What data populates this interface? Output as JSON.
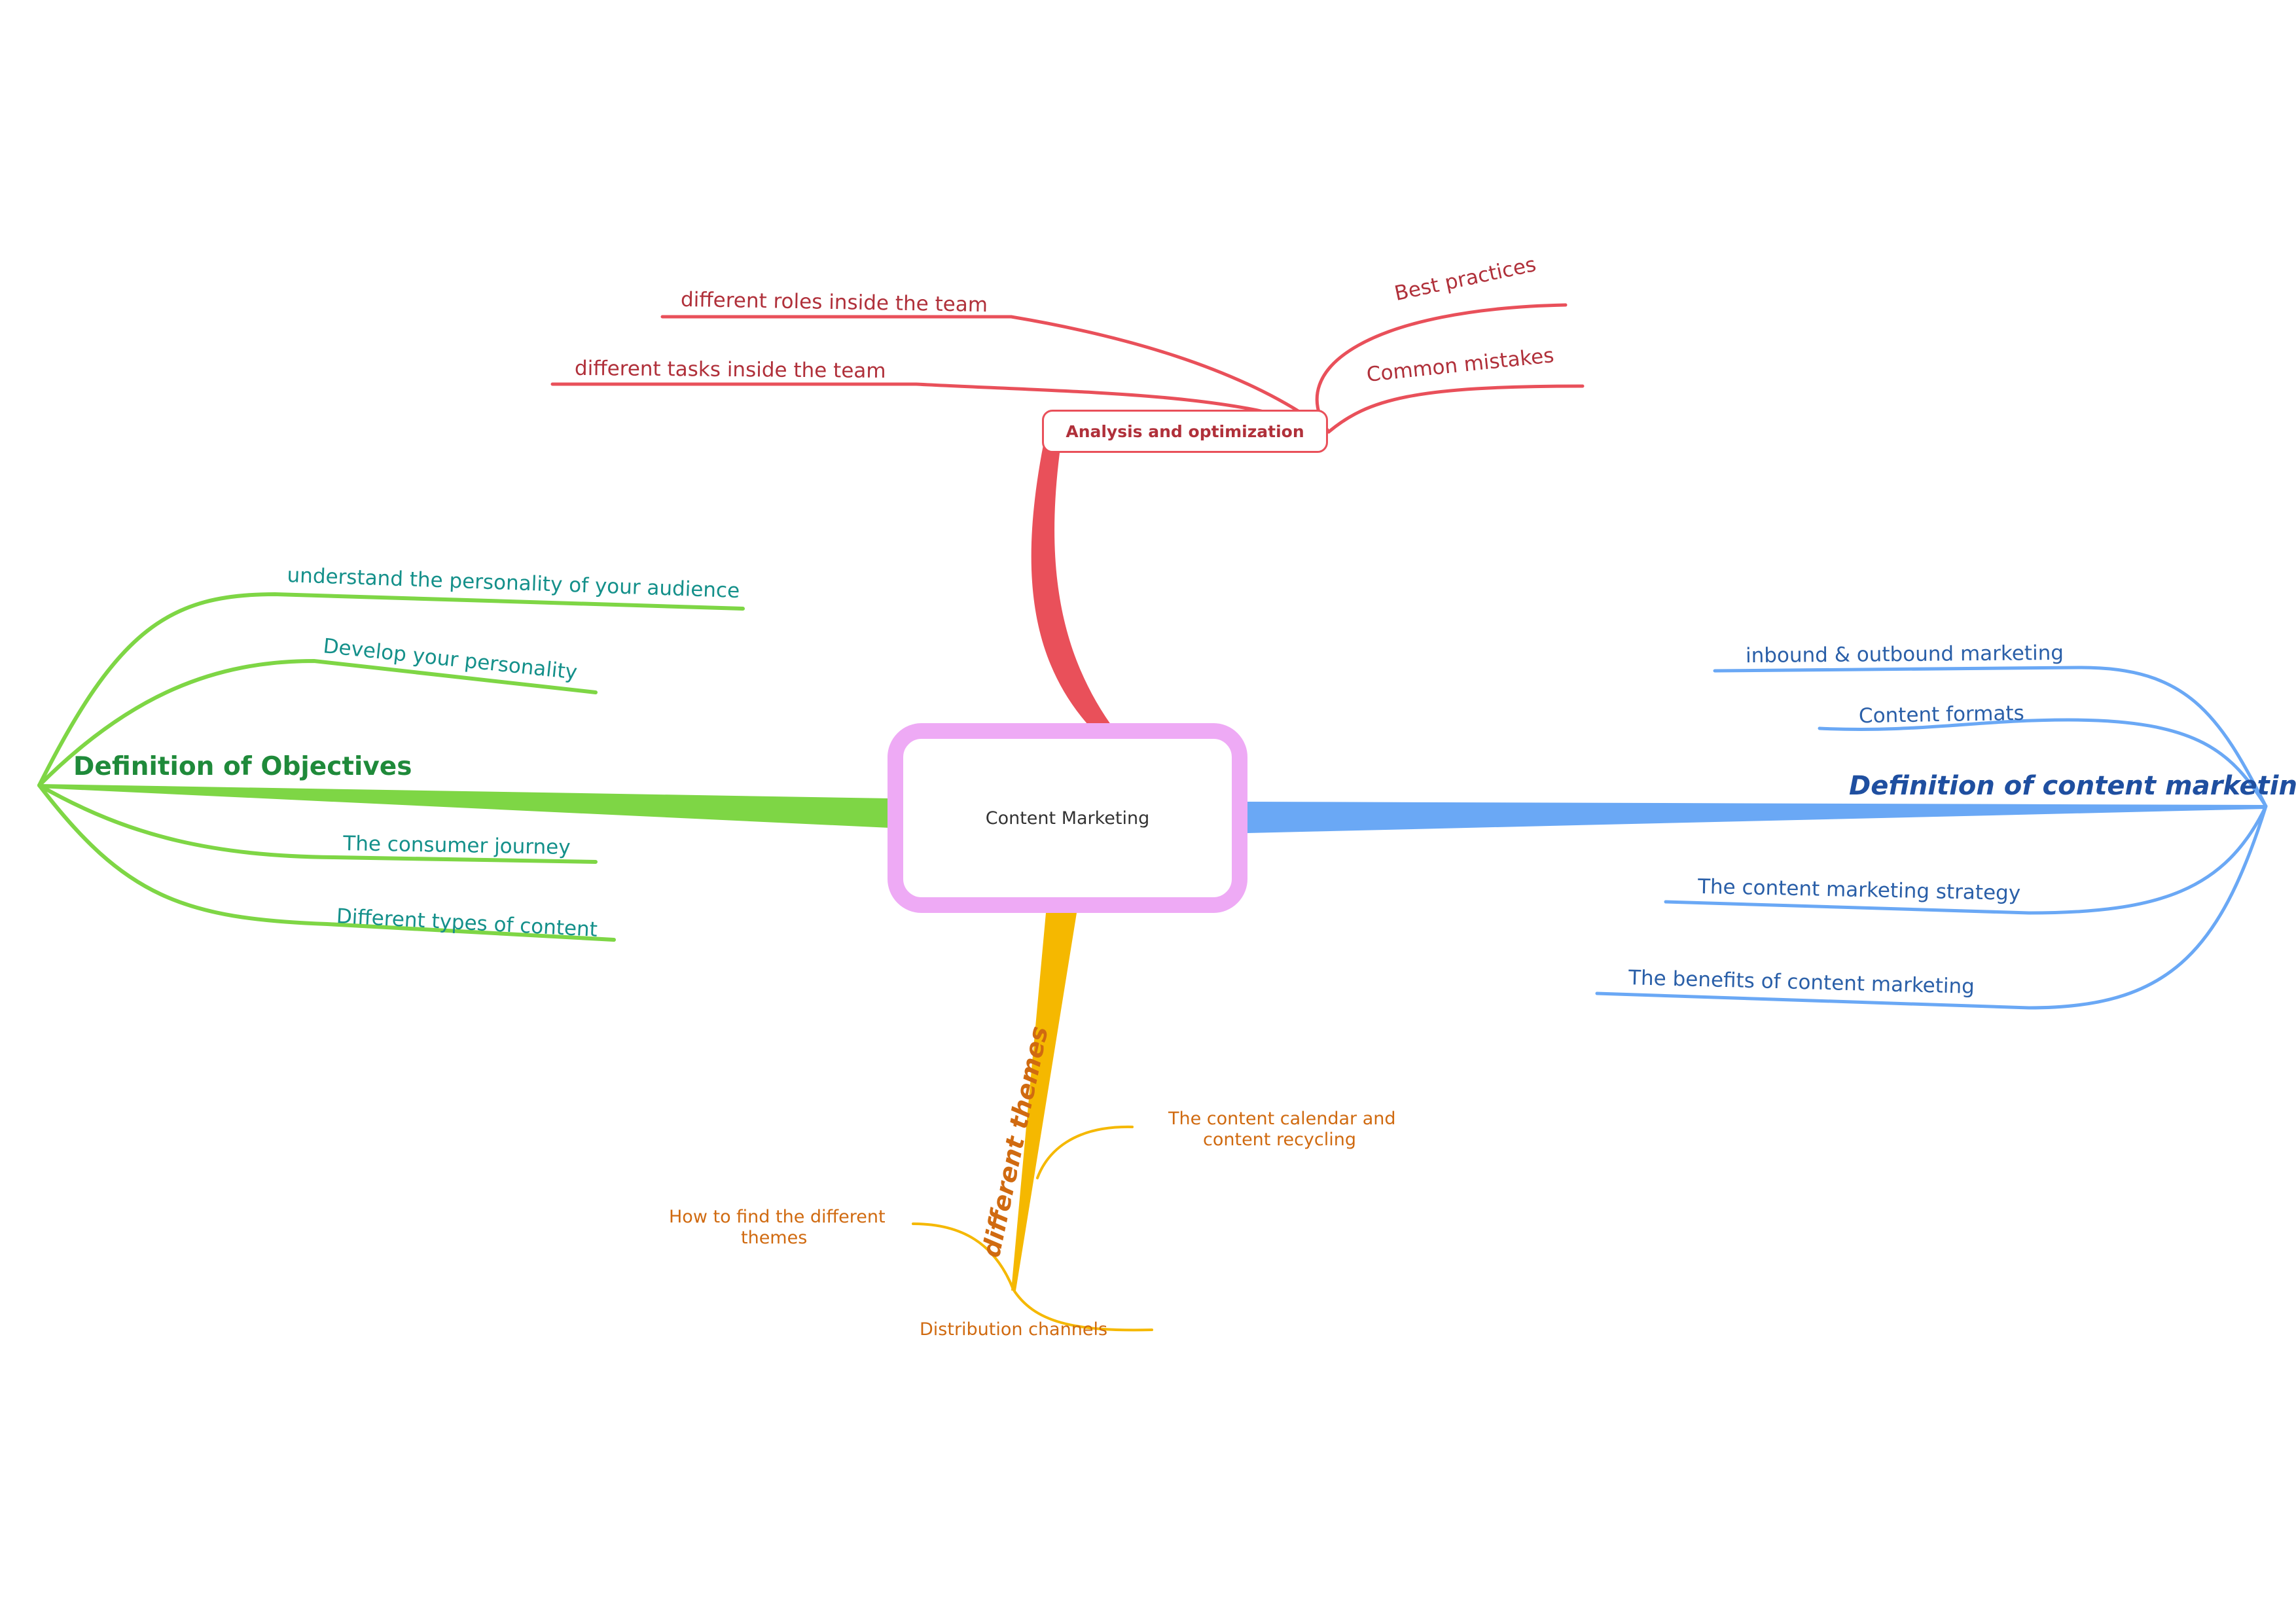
{
  "center": {
    "label": "Content Marketing",
    "border_color": "#eeaaf5"
  },
  "branches": {
    "analysis": {
      "label": "Analysis and optimization",
      "color": "#e9505a",
      "text_color": "#b0303a",
      "children": [
        "different roles inside the team",
        "different tasks inside the team",
        "Best practices",
        "Common mistakes"
      ]
    },
    "objectives": {
      "label": "Definition of Objectives",
      "color": "#7ed645",
      "text_color": "#1f8a3a",
      "child_text_color": "#14908a",
      "children": [
        "understand the personality of your audience",
        "Develop your personality",
        "The consumer journey",
        "Different types of content"
      ]
    },
    "content_marketing": {
      "label": "Definition of content marketing",
      "color": "#6aa8f5",
      "text_color": "#1f4fa0",
      "child_text_color": "#2a5fa8",
      "children": [
        "inbound & outbound marketing",
        "Content formats",
        "The content marketing strategy",
        "The benefits of content marketing"
      ]
    },
    "themes": {
      "label": "different themes",
      "color": "#f5b800",
      "text_color": "#d06a10",
      "children": [
        [
          "The content calendar and",
          "content recycling"
        ],
        [
          "How to find the different",
          "themes"
        ],
        "Distribution channels"
      ]
    }
  }
}
